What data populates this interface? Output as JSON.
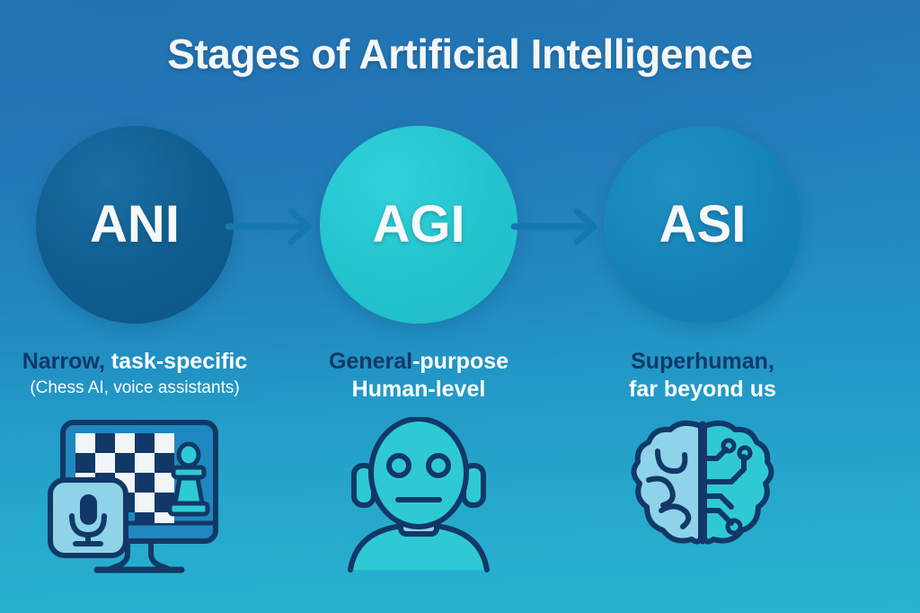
{
  "page": {
    "title": "Stages of Artificial Intelligence",
    "background_top_color": "#2476B3",
    "background_bottom_color": "#29B4D3"
  },
  "stages": [
    {
      "id": "ani",
      "abbreviation": "ANI",
      "circle_color": "#0F5C8F",
      "caption_strong": "Narrow,",
      "caption_light": " task-specific",
      "caption_sub": "(Chess AI, voice assistants)",
      "caption_line2": "",
      "icon_name": "chess-monitor-microphone-icon"
    },
    {
      "id": "agi",
      "abbreviation": "AGI",
      "circle_color": "#24C4CE",
      "caption_strong": "General",
      "caption_light": "-purpose",
      "caption_sub": "",
      "caption_line2": "Human-level",
      "icon_name": "humanoid-head-icon"
    },
    {
      "id": "asi",
      "abbreviation": "ASI",
      "circle_color": "#1482B7",
      "caption_strong": "Superhuman,",
      "caption_light": "",
      "caption_sub": "",
      "caption_line2": "far beyond us",
      "icon_name": "circuit-brain-icon"
    }
  ],
  "arrows": [
    {
      "id": "arrow-ani-to-agi",
      "name": "arrow-right-icon",
      "color": "#1478AE"
    },
    {
      "id": "arrow-agi-to-asi",
      "name": "arrow-right-icon",
      "color": "#1478AE"
    }
  ],
  "palette": {
    "navy": "#123867",
    "icon_outline": "#123867",
    "icon_teal": "#2FC9D6",
    "icon_light_blue": "#8FD3E8",
    "icon_white": "#F2F5F6",
    "text_white": "#FFFFFF"
  }
}
